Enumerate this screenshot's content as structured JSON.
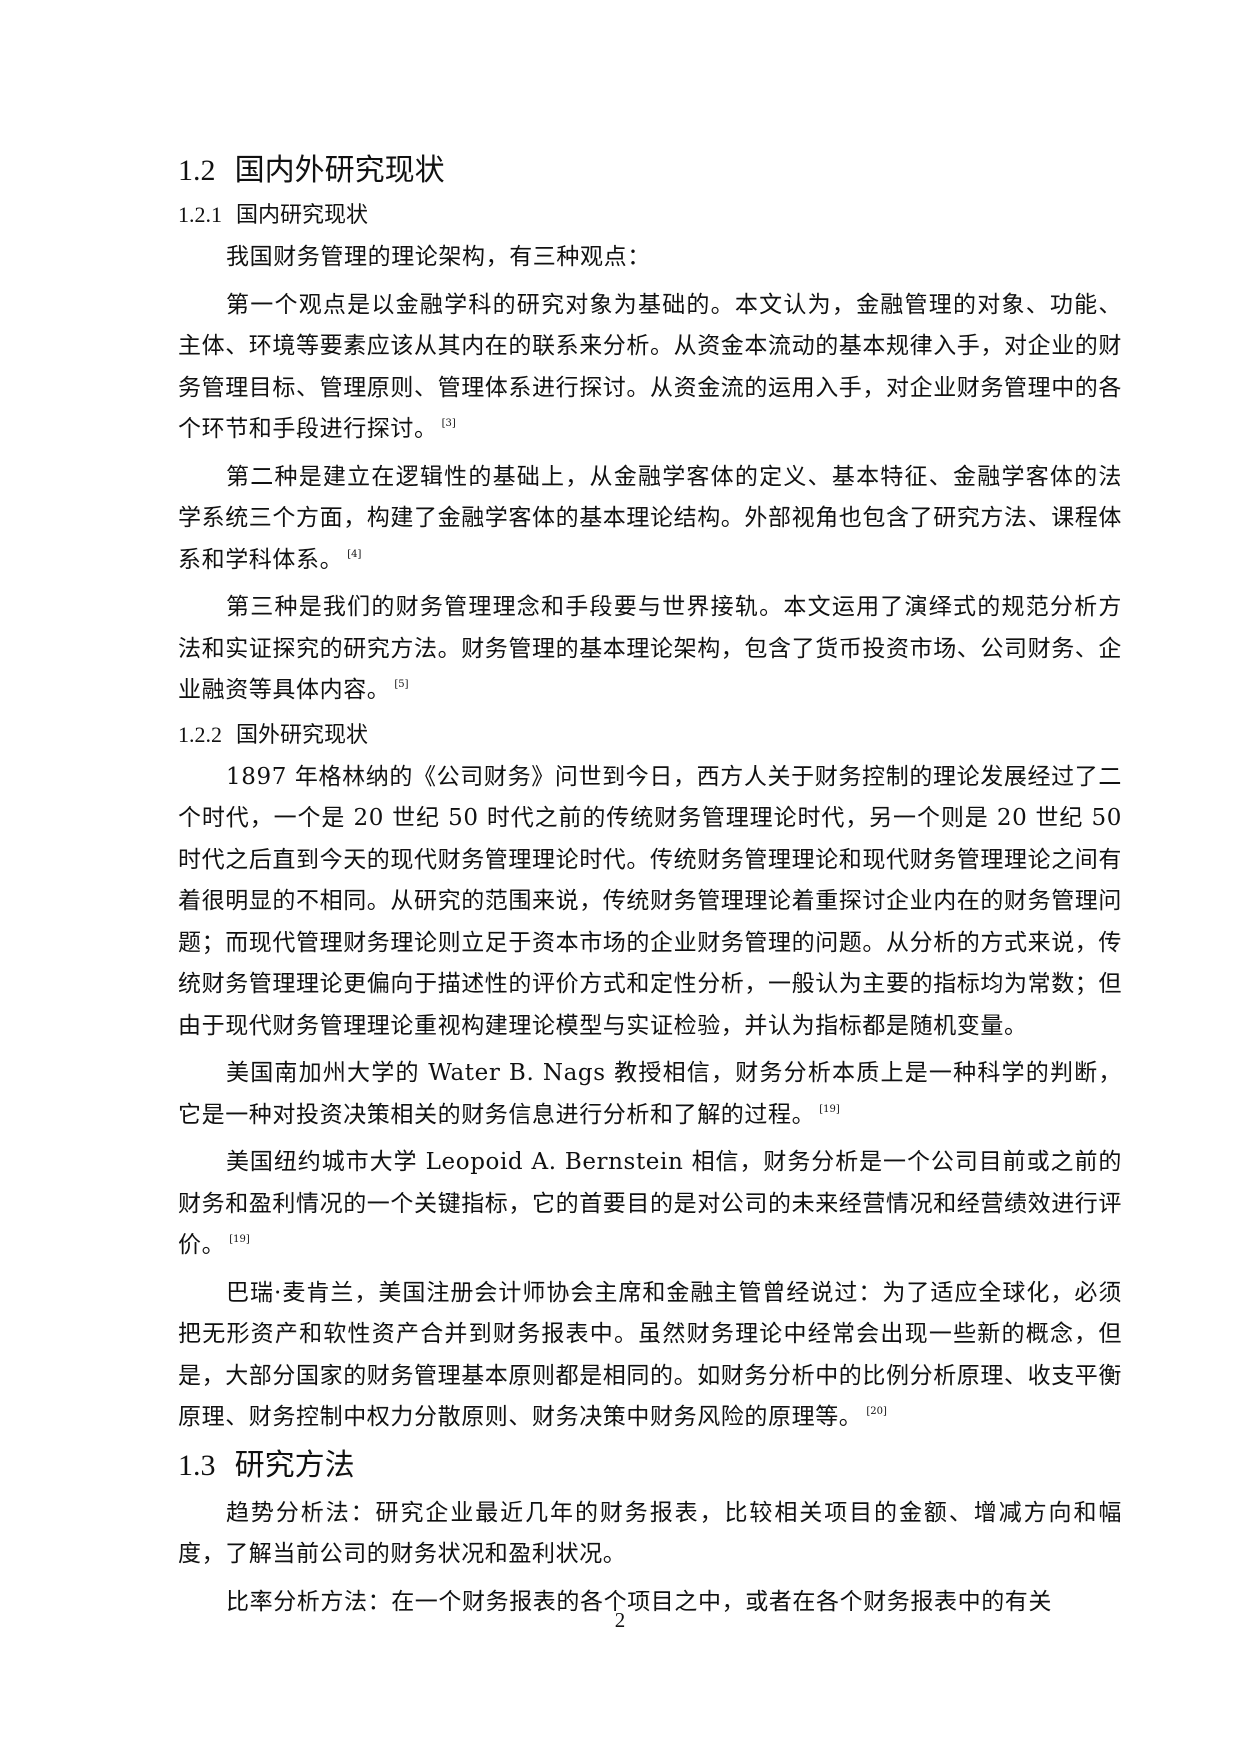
{
  "sections": {
    "s12": {
      "number": "1.2",
      "title": "国内外研究现状"
    },
    "s121": {
      "number": "1.2.1",
      "title": "国内研究现状"
    },
    "s122": {
      "number": "1.2.2",
      "title": "国外研究现状"
    },
    "s13": {
      "number": "1.3",
      "title": "研究方法"
    }
  },
  "domestic": [
    {
      "text": "我国财务管理的理论架构，有三种观点：",
      "ref": ""
    },
    {
      "text": "第一个观点是以金融学科的研究对象为基础的。本文认为，金融管理的对象、功能、主体、环境等要素应该从其内在的联系来分析。从资金本流动的基本规律入手，对企业的财务管理目标、管理原则、管理体系进行探讨。从资金流的运用入手，对企业财务管理中的各个环节和手段进行探讨。",
      "ref": "[3]"
    },
    {
      "text": "第二种是建立在逻辑性的基础上，从金融学客体的定义、基本特征、金融学客体的法学系统三个方面，构建了金融学客体的基本理论结构。外部视角也包含了研究方法、课程体系和学科体系。",
      "ref": "[4]"
    },
    {
      "text": "第三种是我们的财务管理理念和手段要与世界接轨。本文运用了演绎式的规范分析方法和实证探究的研究方法。财务管理的基本理论架构，包含了货币投资市场、公司财务、企业融资等具体内容。",
      "ref": "[5]"
    }
  ],
  "foreign": [
    {
      "text": "1897 年格林纳的《公司财务》问世到今日，西方人关于财务控制的理论发展经过了二个时代，一个是 20 世纪 50 时代之前的传统财务管理理论时代，另一个则是 20 世纪 50 时代之后直到今天的现代财务管理理论时代。传统财务管理理论和现代财务管理理论之间有着很明显的不相同。从研究的范围来说，传统财务管理理论着重探讨企业内在的财务管理问题；而现代管理财务理论则立足于资本市场的企业财务管理的问题。从分析的方式来说，传统财务管理理论更偏向于描述性的评价方式和定性分析，一般认为主要的指标均为常数；但由于现代财务管理理论重视构建理论模型与实证检验，并认为指标都是随机变量。",
      "ref": ""
    },
    {
      "text": "美国南加州大学的 Water B. Nags 教授相信，财务分析本质上是一种科学的判断，它是一种对投资决策相关的财务信息进行分析和了解的过程。",
      "ref": "[19]"
    },
    {
      "text": "美国纽约城市大学 Leopoid A. Bernstein 相信，财务分析是一个公司目前或之前的财务和盈利情况的一个关键指标，它的首要目的是对公司的未来经营情况和经营绩效进行评价。",
      "ref": "[19]"
    },
    {
      "text": "巴瑞·麦肯兰，美国注册会计师协会主席和金融主管曾经说过：为了适应全球化，必须把无形资产和软性资产合并到财务报表中。虽然财务理论中经常会出现一些新的概念，但是，大部分国家的财务管理基本原则都是相同的。如财务分析中的比例分析原理、收支平衡原理、财务控制中权力分散原则、财务决策中财务风险的原理等。",
      "ref": "[20]"
    }
  ],
  "methods": [
    {
      "text": "趋势分析法：研究企业最近几年的财务报表，比较相关项目的金额、增减方向和幅度，了解当前公司的财务状况和盈利状况。",
      "ref": ""
    },
    {
      "text": "比率分析方法：在一个财务报表的各个项目之中，或者在各个财务报表中的有关",
      "ref": ""
    }
  ],
  "page_number": "2"
}
